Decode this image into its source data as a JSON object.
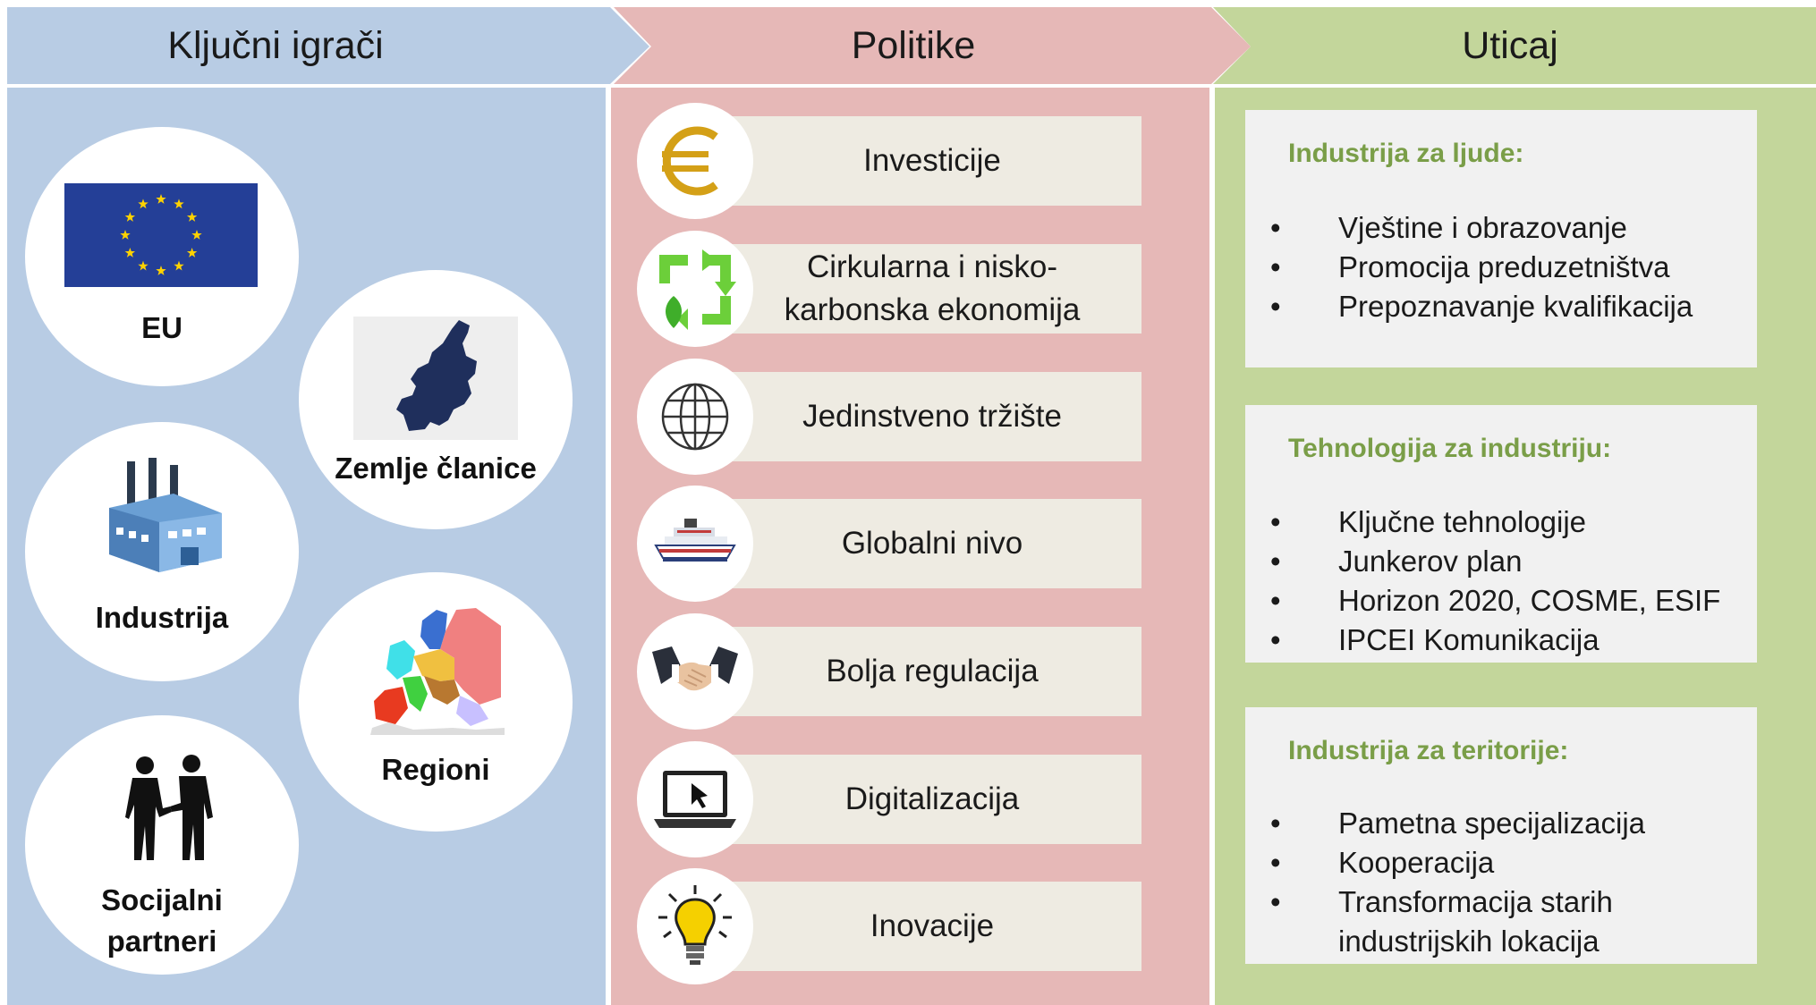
{
  "headers": {
    "actors": "Ključni igrači",
    "policies": "Politike",
    "impact": "Uticaj"
  },
  "actors": {
    "eu": "EU",
    "member_states": "Zemlje članice",
    "industry": "Industrija",
    "regions": "Regioni",
    "social_partners_line1": "Socijalni",
    "social_partners_line2": "partneri"
  },
  "policies": [
    {
      "label": "Investicije",
      "icon": "euro-icon"
    },
    {
      "label": "Cirkularna i nisko-karbonska ekonomija",
      "line1": "Cirkularna i nisko-",
      "line2": "karbonska ekonomija",
      "icon": "recycle-icon"
    },
    {
      "label": "Jedinstveno tržište",
      "icon": "globe-icon"
    },
    {
      "label": "Globalni nivo",
      "icon": "ship-icon"
    },
    {
      "label": "Bolja regulacija",
      "icon": "handshake-icon"
    },
    {
      "label": "Digitalizacija",
      "icon": "laptop-icon"
    },
    {
      "label": "Inovacije",
      "icon": "lightbulb-icon"
    }
  ],
  "impact": [
    {
      "title": "Industrija za ljude:",
      "items": [
        "Vještine i obrazovanje",
        "Promocija preduzetništva",
        "Prepoznavanje kvalifikacija"
      ]
    },
    {
      "title": "Tehnologija za industriju:",
      "items": [
        "Ključne tehnologije",
        "Junkerov plan",
        "Horizon 2020, COSME, ESIF",
        "IPCEI Komunikacija"
      ]
    },
    {
      "title": "Industrija za teritorije:",
      "items": [
        "Pametna specijalizacija",
        "Kooperacija",
        "Transformacija starih",
        "industrijskih lokacija"
      ]
    }
  ],
  "bullet": "•",
  "colors": {
    "actors_bg": "#b8cce4",
    "policies_bg": "#e6b8b7",
    "impact_bg": "#c3d69b",
    "impact_title": "#7a9e48",
    "policy_box": "#eeebe2"
  }
}
